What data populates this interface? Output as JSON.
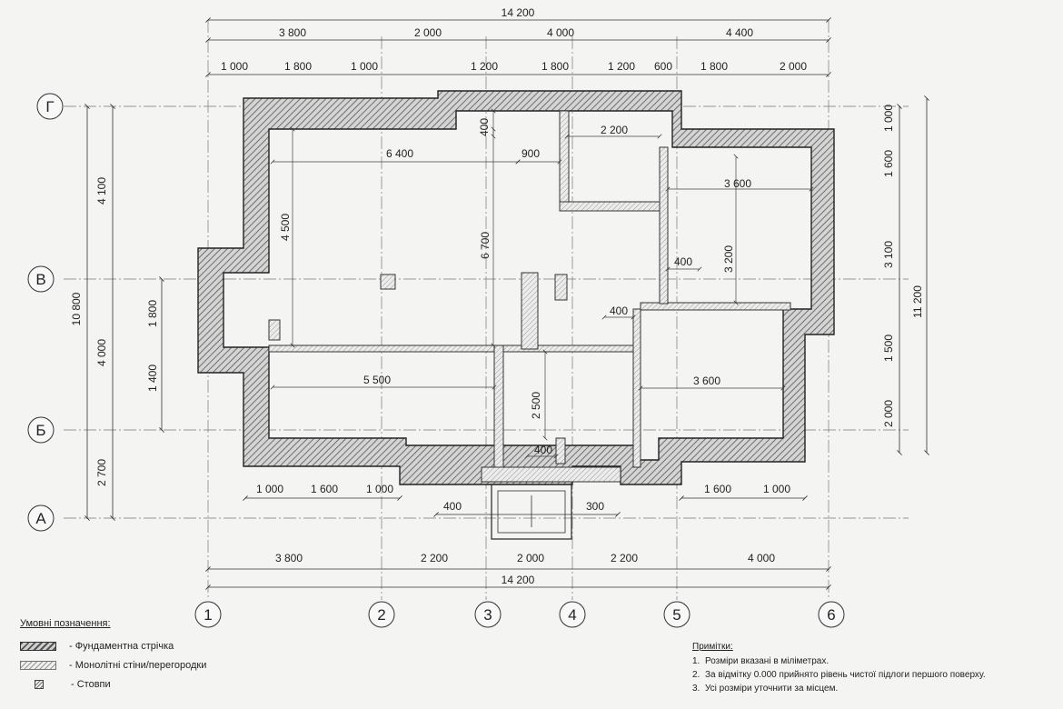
{
  "plan": {
    "axes_letters": [
      "Г",
      "В",
      "Б",
      "А"
    ],
    "axes_numbers": [
      "1",
      "2",
      "3",
      "4",
      "5",
      "6"
    ],
    "top_dims": {
      "overall": "14 200",
      "row1": [
        "3 800",
        "2 000",
        "4 000",
        "4 400"
      ],
      "row2": [
        "1 000",
        "1 800",
        "1 000",
        "1 200",
        "1 800",
        "1 200",
        "600",
        "1 800",
        "2 000"
      ]
    },
    "bottom_dims": {
      "row1": [
        "1 000",
        "1 600",
        "1 000",
        "400",
        "300",
        "1 600",
        "1 000"
      ],
      "row2": [
        "3 800",
        "2 200",
        "2 000",
        "2 200",
        "4 000"
      ],
      "overall": "14 200"
    },
    "left_dims": {
      "overall": "10 800",
      "outer": [
        "4 100",
        "4 000",
        "2 700"
      ],
      "inner": [
        "1 800",
        "1 400"
      ]
    },
    "right_dims": {
      "overall": "11 200",
      "inner": [
        "1 000",
        "1 600",
        "3 100",
        "1 500",
        "2 000"
      ]
    },
    "room_dims": [
      "2 200",
      "6 400",
      "900",
      "400",
      "3 600",
      "4 500",
      "6 700",
      "3 200",
      "400",
      "400",
      "5 500",
      "3 600",
      "2 500",
      "400"
    ]
  },
  "legend": {
    "title": "Умовні позначення:",
    "items": [
      {
        "icon": "foundation-strip-swatch",
        "label": "- Фундаментна стрічка"
      },
      {
        "icon": "monolithic-wall-swatch",
        "label": "- Монолітні стіни/перегородки"
      },
      {
        "icon": "post-swatch",
        "label": "- Стовпи"
      }
    ]
  },
  "notes": {
    "title": "Примітки:",
    "items": [
      "Розміри вказані в міліметрах.",
      "За відмітку 0.000 прийнято рівень чистої підлоги першого поверху.",
      "Усі розміри уточнити за місцем."
    ]
  }
}
